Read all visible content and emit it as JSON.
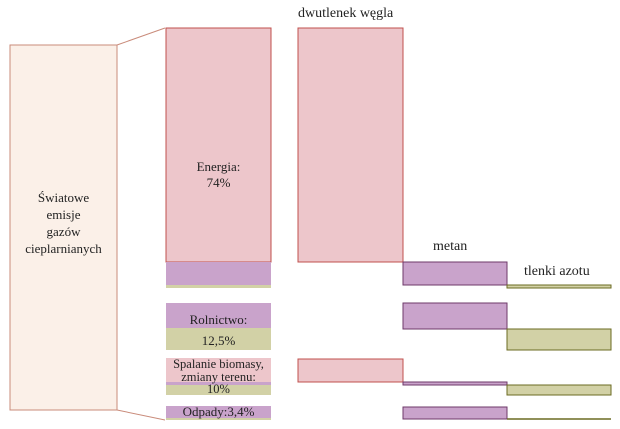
{
  "colors": {
    "pink_fill": "#EDC6CB",
    "pink_stroke": "#C0504D",
    "purple_fill": "#C9A3CB",
    "purple_stroke": "#6E3A6A",
    "olive_fill": "#D2D1A6",
    "olive_stroke": "#6B6B22",
    "panel_fill": "#FBF0E8",
    "panel_stroke": "#C98B7A"
  },
  "total": {
    "label": "Światowe emisje gazów cieplarnianych",
    "lines": [
      "Światowe",
      "emisje",
      "gazów",
      "cieplarnianych"
    ]
  },
  "sectors": [
    {
      "name": "energy",
      "label_lines": [
        "Energia:",
        "74%"
      ],
      "co2": "high",
      "methane": "medium",
      "n2o": "minimal"
    },
    {
      "name": "agriculture",
      "label_lines": [
        "Rolnictwo:",
        "12,5%"
      ],
      "co2": "none",
      "methane": "medium",
      "n2o": "medium"
    },
    {
      "name": "biomass",
      "label_lines": [
        "Spalanie biomasy,",
        "zmiany terenu:",
        "10%"
      ],
      "co2": "medium",
      "methane": "low",
      "n2o": "low"
    },
    {
      "name": "waste",
      "label_lines": [
        "Odpady:3,4%"
      ],
      "co2": "none",
      "methane": "medium",
      "n2o": "minimal"
    }
  ],
  "gases": {
    "co2": "dwutlenek węgla",
    "methane": "metan",
    "n2o": "tlenki azotu"
  }
}
